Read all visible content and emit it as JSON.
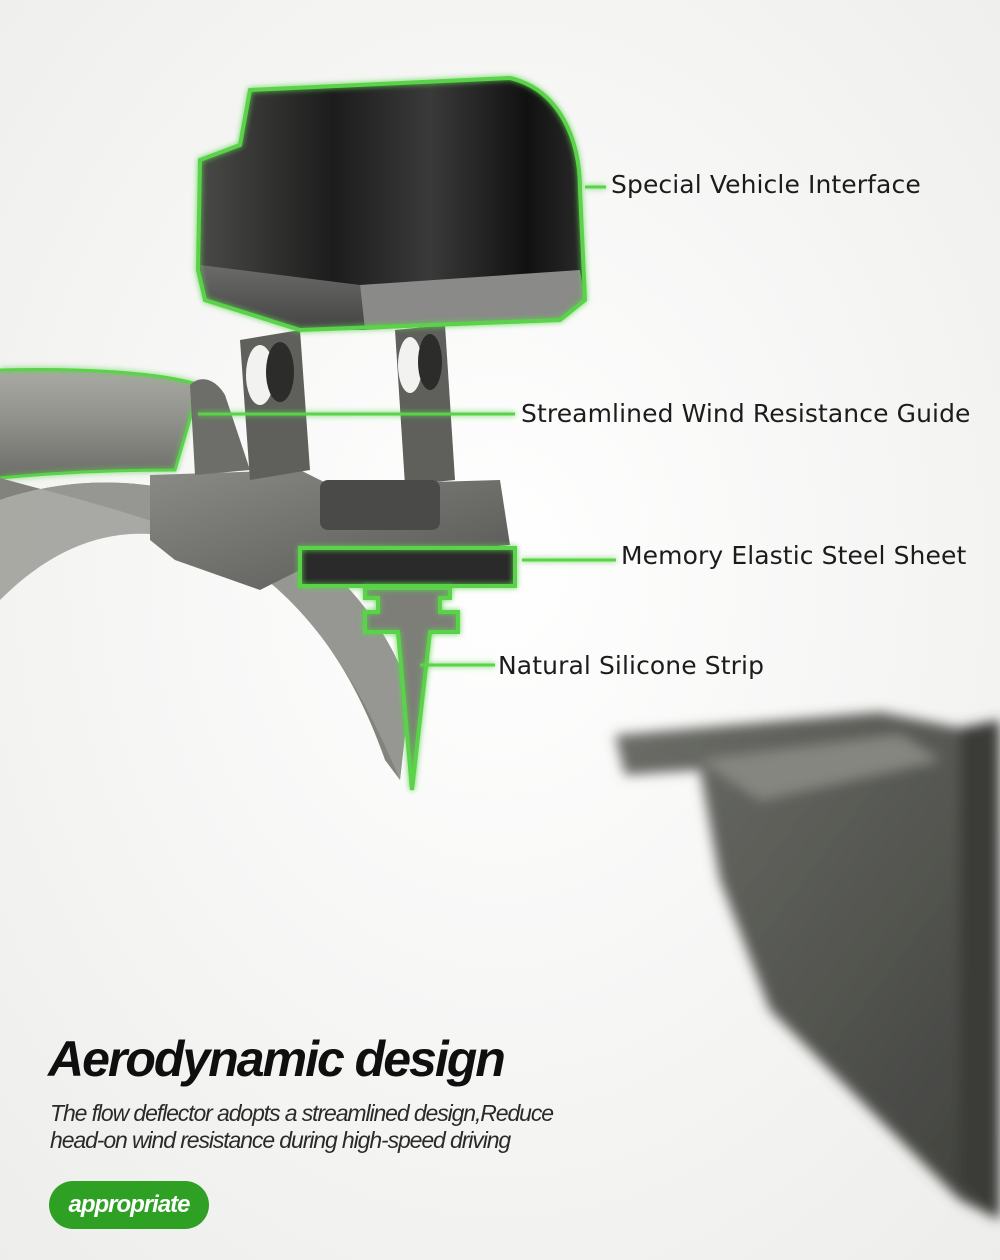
{
  "callouts": {
    "vehicle_interface": "Special Vehicle Interface",
    "wind_guide": "Streamlined Wind Resistance Guide",
    "steel_sheet": "Memory Elastic Steel Sheet",
    "silicone_strip": "Natural Silicone Strip"
  },
  "feature": {
    "title": "Aerodynamic design",
    "description_line1": "The flow deflector adopts a streamlined design,Reduce",
    "description_line2": "head-on wind resistance during high-speed driving",
    "badge": "appropriate"
  },
  "colors": {
    "accent_green": "#2ea024",
    "glow_green": "#5ad24a",
    "background": "#f6f6f4"
  }
}
